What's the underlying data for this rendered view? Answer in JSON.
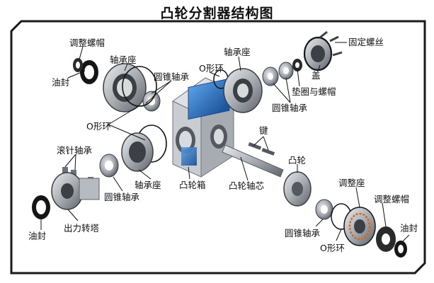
{
  "title": "凸轮分割器结构图",
  "labels": {
    "tiaozheng_luomao_left": "调整螺帽",
    "zhouchengzuo_left": "轴承座",
    "youfeng_left_top": "油封",
    "yuanzhui_zhoucheng_top_left": "圆锥轴承",
    "o_xinghuan_top": "O形环",
    "zhouchengzuo_top_right": "轴承座",
    "guding_luosi": "固定螺丝",
    "gai": "盖",
    "dianquan_yu_luomao": "垫圈与螺帽",
    "yuanzhui_zhoucheng_top_right": "圆锥轴承",
    "o_xinghuan_left": "O形环",
    "jian": "键",
    "gunzhen_zhoucheng": "滚针轴承",
    "tulun": "凸轮",
    "tiaozheng_zuo": "调整座",
    "tiaozheng_luomao_right": "调整螺帽",
    "zhouchengzuo_bottom": "轴承座",
    "tulun_xiang": "凸轮箱",
    "tulun_zhouxin": "凸轮轴芯",
    "yuanzhui_zhoucheng_bottom_left": "圆锥轴承",
    "youfeng_left_bottom": "油封",
    "chuli_zhuanta": "出力转塔",
    "yuanzhui_zhoucheng_bottom_right": "圆锥轴承",
    "o_xinghuan_bottom": "O形环",
    "youfeng_right": "油封"
  },
  "colors": {
    "frame": "#1a1a1a",
    "housing": "#c9cdd2",
    "housing_dark": "#7f8690",
    "blue_face": "#1f5fae",
    "blue_light": "#4a8fd8",
    "metal": "#a9aeb4",
    "metal_dark": "#3c3f44",
    "ring_black": "#151515",
    "ring_orange": "#d2691e",
    "leader_line": "#111111"
  }
}
